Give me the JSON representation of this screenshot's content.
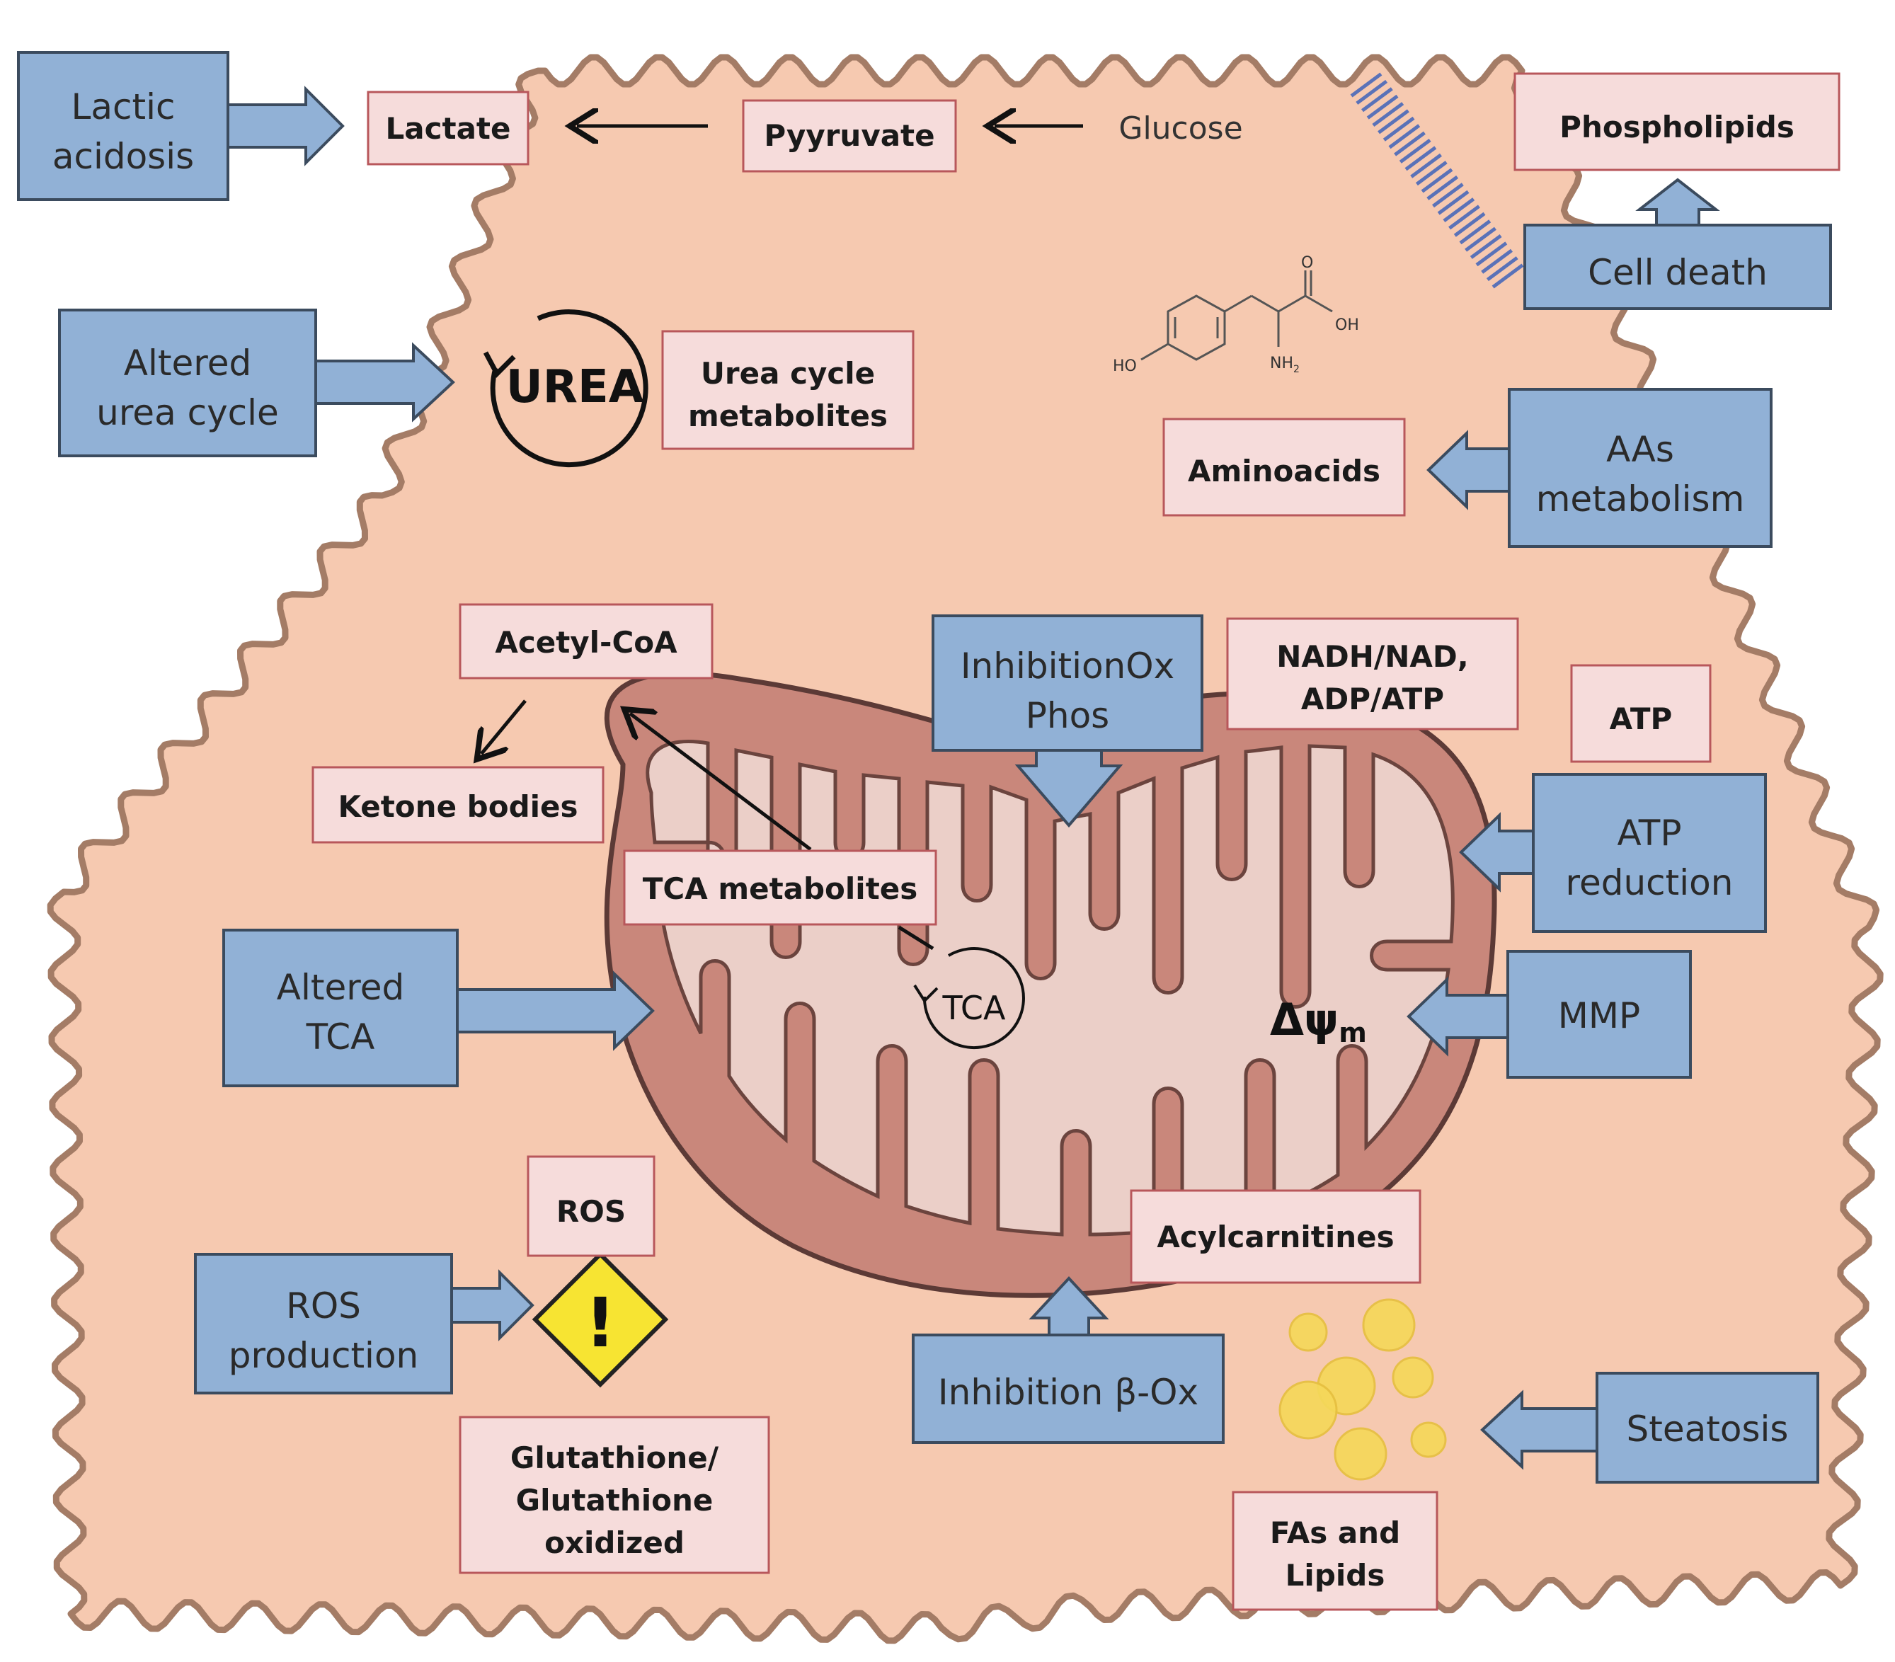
{
  "outside_labels": {
    "lactic_acidosis": [
      "Lactic",
      "acidosis"
    ],
    "altered_urea_cycle": [
      "Altered",
      "urea cycle"
    ],
    "altered_tca": [
      "Altered",
      "TCA"
    ],
    "ros_production": [
      "ROS",
      "production"
    ],
    "cell_death": "Cell death",
    "aas_metabolism": [
      "AAs",
      "metabolism"
    ],
    "atp_reduction": [
      "ATP",
      "reduction"
    ],
    "mmp": "MMP",
    "steatosis": "Steatosis",
    "inhibition_oxphos": [
      "InhibitionOx",
      "Phos"
    ],
    "inhibition_box": "Inhibition β-Ox"
  },
  "metabolites": {
    "lactate": "Lactate",
    "pyruvate": "Pyyruvate",
    "glucose": "Glucose",
    "phospholipids": "Phospholipids",
    "urea_cycle_metabolites": [
      "Urea cycle",
      "metabolites"
    ],
    "aminoacids": "Aminoacids",
    "acetyl_coa": "Acetyl-CoA",
    "ketone_bodies": "Ketone bodies",
    "nadh_nad": [
      "NADH/NAD,",
      "ADP/ATP"
    ],
    "atp": "ATP",
    "tca_metabolites": "TCA metabolites",
    "ros": "ROS",
    "acylcarnitines": "Acylcarnitines",
    "glutathione": [
      "Glutathione/",
      "Glutathione",
      "oxidized"
    ],
    "fas_lipids": [
      "FAs and",
      "Lipids"
    ]
  },
  "cycles": {
    "urea": "UREA",
    "tca": "TCA"
  },
  "mmp_symbol": "Δψ",
  "mmp_sub": "m",
  "molecule_labels": {
    "ho": "HO",
    "oh": "OH",
    "o": "O",
    "nh2": "NH",
    "nh2_sub": "2"
  },
  "warning_mark": "!",
  "colors": {
    "cell_fill": "#f6c9b0",
    "cell_stroke": "#a47c66",
    "mito_outer": "#c9877b",
    "mito_inner": "#ebcfc8",
    "mito_stroke": "#5c3a36",
    "blue_box": "#91b1d6",
    "pink_box": "#f6dcdb",
    "warning": "#f7e432",
    "lipid": "#f5d85a"
  }
}
